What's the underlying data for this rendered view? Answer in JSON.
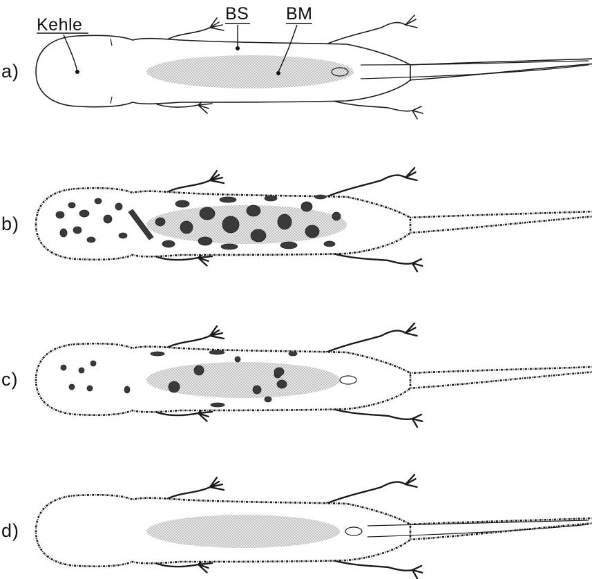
{
  "callouts": {
    "kehle": "Kehle",
    "bs": "BS",
    "bm": "BM"
  },
  "panels": [
    {
      "label": "a)",
      "pattern": "unmarked outline"
    },
    {
      "label": "b)",
      "pattern": "densely spotted"
    },
    {
      "label": "c)",
      "pattern": "sparsely spotted"
    },
    {
      "label": "d)",
      "pattern": "unspotted"
    }
  ],
  "colors": {
    "ink": "#1a1a1a",
    "spot": "#3a3a3a",
    "stipple": "#9a9a9a"
  }
}
